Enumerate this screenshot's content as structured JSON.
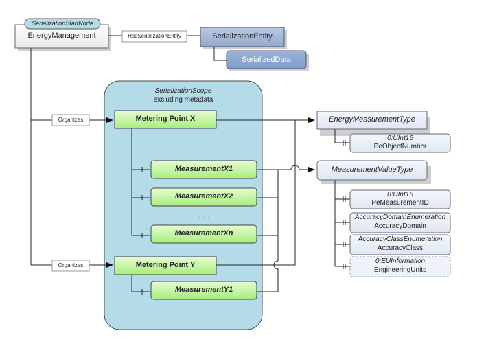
{
  "start_node": {
    "badge": "SerializationStartNode",
    "name": "EnergyManagement"
  },
  "references": {
    "has_serialization_entity": "HasSerializationEntity",
    "organizes_x": "Organizes",
    "organizes_y": "Organizes"
  },
  "serialization_entity": {
    "label": "SerializationEntity",
    "child": "SerializedData"
  },
  "scope": {
    "title": "SerializationScope",
    "subtitle": "excluding metadata"
  },
  "metering_points": [
    {
      "name": "Metering Point X",
      "measurements": [
        "MeasurementX1",
        "MeasurementX2",
        "MeasurementXn"
      ]
    },
    {
      "name": "Metering Point Y",
      "measurements": [
        "MeasurementY1"
      ]
    }
  ],
  "ellipsis": ". . .",
  "energy_type": {
    "name": "EnergyMeasurementType",
    "property": {
      "type": "0:UInt16",
      "name": "PeObjectNumber"
    }
  },
  "value_type": {
    "name": "MeasurementValueType",
    "properties": [
      {
        "type": "0:UInt16",
        "name": "PeMeasurementID"
      },
      {
        "type": "AccuracyDomainEnumeration",
        "name": "AccuracyDomain"
      },
      {
        "type": "AccuracyClassEnumeration",
        "name": "AccuracyClass"
      },
      {
        "type": "0:EUInformation",
        "name": "EngineeringUnits"
      }
    ]
  },
  "colors": {
    "scope_fill": "#b4dce8",
    "green_top": "#e6fbd2",
    "green_bottom": "#a8ee7c",
    "entity_fill": "#a6bad8",
    "type_fill": "#e9eef7",
    "badge_fill": "#b6dbe6"
  }
}
